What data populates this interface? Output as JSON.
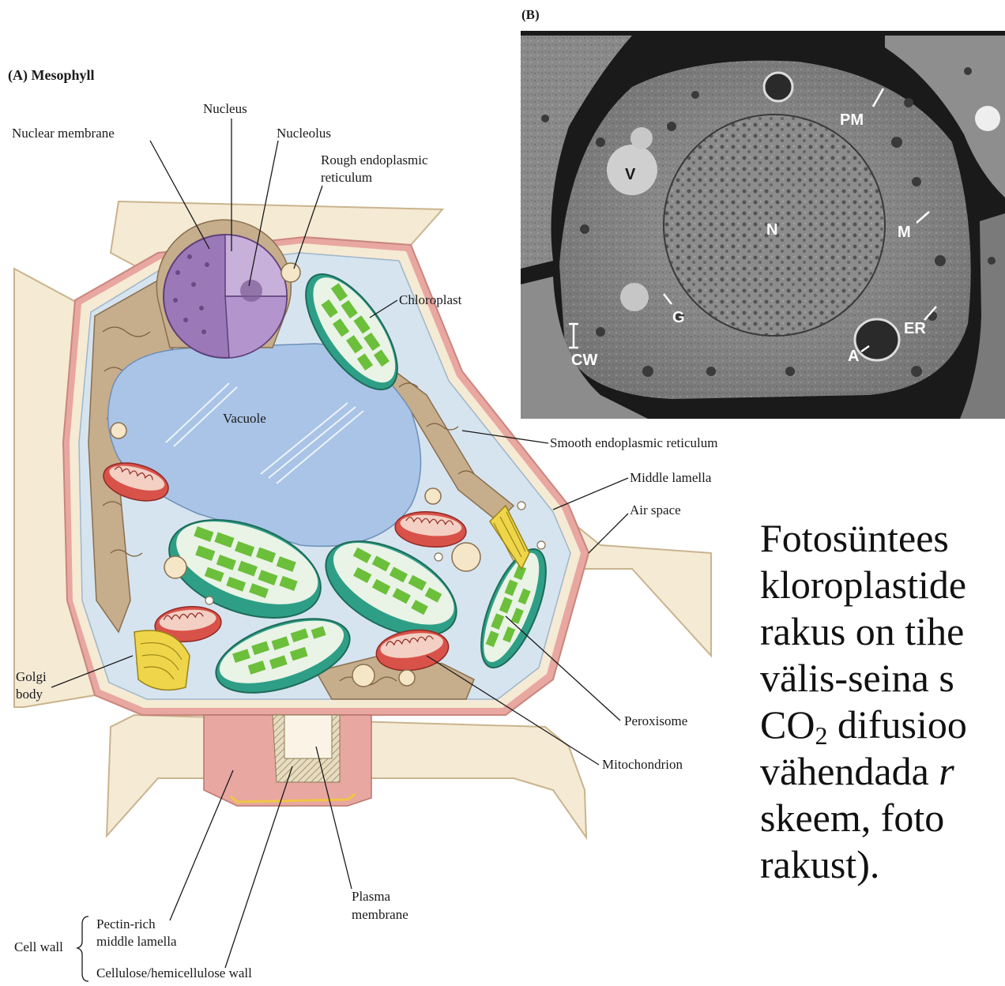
{
  "panel_a": {
    "title": "(A) Mesophyll",
    "labels": {
      "nucleus": "Nucleus",
      "nuclear_membrane": "Nuclear membrane",
      "nucleolus": "Nucleolus",
      "rough_er_1": "Rough endoplasmic",
      "rough_er_2": "reticulum",
      "chloroplast": "Chloroplast",
      "vacuole": "Vacuole",
      "smooth_er": "Smooth endoplasmic reticulum",
      "middle_lamella": "Middle lamella",
      "air_space": "Air space",
      "golgi_1": "Golgi",
      "golgi_2": "body",
      "peroxisome": "Peroxisome",
      "mitochondrion": "Mitochondrion",
      "plasma_membrane_1": "Plasma",
      "plasma_membrane_2": "membrane",
      "cell_wall": "Cell wall",
      "pectin_1": "Pectin-rich",
      "pectin_2": "middle lamella",
      "cellulose": "Cellulose/hemicellulose wall"
    },
    "colors": {
      "cell_wall": "#f5ead4",
      "lamella_pink": "#e8a7a0",
      "cytoplasm": "#d6e4f0",
      "vacuole": "#a9c4e6",
      "nucleus": "#9b78b8",
      "chloroplast_body": "#2e9f86",
      "thylakoid": "#6cbf3a",
      "mitochondrion": "#d9524a",
      "er": "#c6ad8c",
      "golgi": "#efd54a"
    }
  },
  "panel_b": {
    "title": "(B)",
    "labels": {
      "pm": "PM",
      "v": "V",
      "n": "N",
      "m": "M",
      "g": "G",
      "er": "ER",
      "cw": "CW",
      "a": "A"
    }
  },
  "caption": {
    "line1": "Fotosüntees",
    "line2": "kloroplastide",
    "line3": "rakus on tihe",
    "line4": "välis-seina s",
    "line5_a": "CO",
    "line5_sub": "2",
    "line5_b": " difusioo",
    "line6_a": "vähendada ",
    "line6_em": "r",
    "line7": "skeem, foto",
    "line8": "rakust)."
  }
}
